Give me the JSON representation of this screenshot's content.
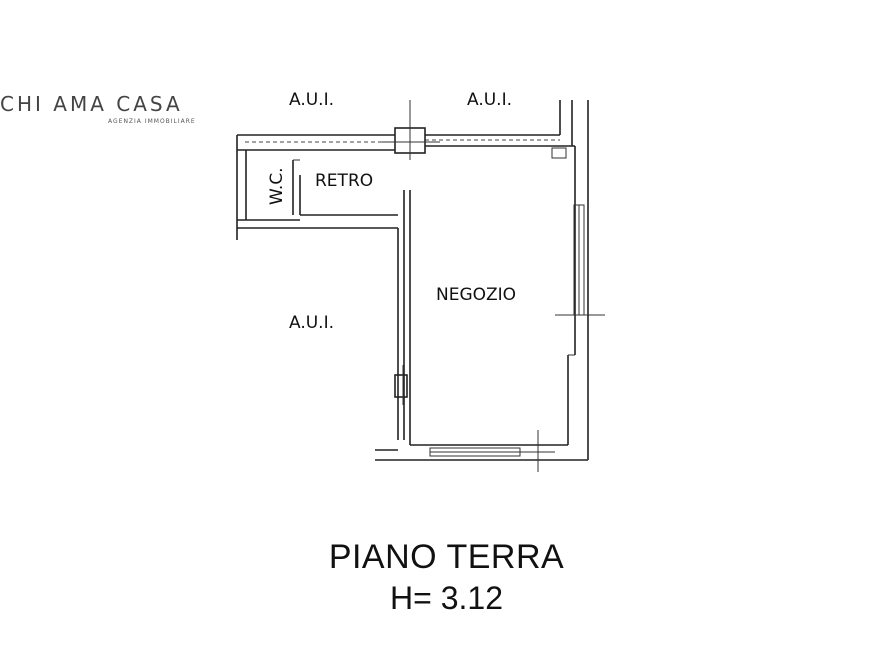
{
  "logo": {
    "text": "CHI AMA CASA",
    "subtitle": "AGENZIA IMMOBILIARE"
  },
  "rooms": {
    "wc": "W.C.",
    "retro": "RETRO",
    "negozio": "NEGOZIO"
  },
  "adjacent": {
    "top_left": "A.U.I.",
    "top_right": "A.U.I.",
    "left": "A.U.I."
  },
  "title": {
    "floor": "PIANO TERRA",
    "height": "H= 3.12"
  }
}
